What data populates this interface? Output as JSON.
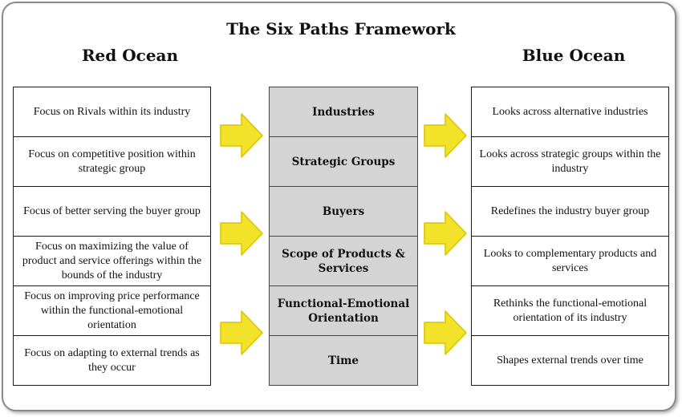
{
  "title": "The Six Paths Framework",
  "red_ocean": {
    "heading": "Red Ocean",
    "items": [
      "Focus on Rivals within its industry",
      "Focus on competitive position within strategic group",
      "Focus of better serving the buyer group",
      "Focus on maximizing the value of product and service offerings within the bounds of the industry",
      "Focus on improving price performance within the functional-emotional orientation",
      "Focus on adapting to external trends as they occur"
    ]
  },
  "paths": {
    "items": [
      "Industries",
      "Strategic Groups",
      "Buyers",
      "Scope of Products & Services",
      "Functional-Emotional Orientation",
      "Time"
    ]
  },
  "blue_ocean": {
    "heading": "Blue Ocean",
    "items": [
      "Looks across alternative industries",
      "Looks across strategic groups within the industry",
      "Redefines the industry buyer group",
      "Looks to complementary products and services",
      "Rethinks the functional-emotional orientation of its industry",
      "Shapes external trends over time"
    ]
  },
  "colors": {
    "arrow_fill": "#f2e22a",
    "arrow_edge": "#d9c400",
    "path_fill": "#d4d4d4",
    "border": "#1a1a1a"
  }
}
